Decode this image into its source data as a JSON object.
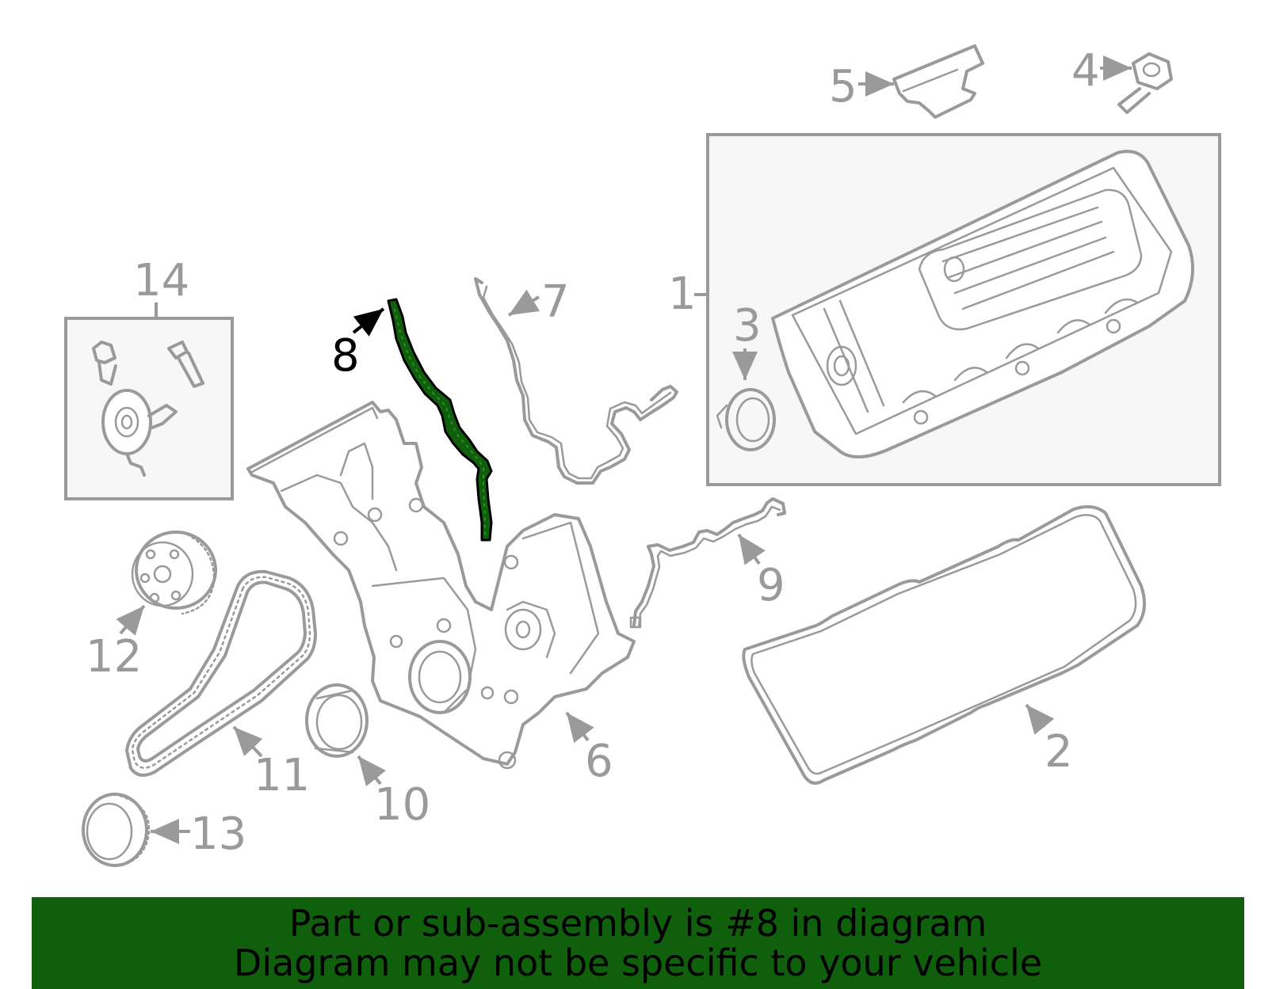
{
  "banner": {
    "line1": "Part or sub-assembly is #8 in diagram",
    "line2": "Diagram may not be specific to your vehicle",
    "background_color": "#0f5f0c"
  },
  "colors": {
    "part_stroke": "#9a9a9a",
    "highlight_part": "#0f5f0c",
    "highlight_label": "#000000",
    "box_fill": "#f7f7f7"
  },
  "highlighted_part": "8",
  "callouts": {
    "c1": "1",
    "c2": "2",
    "c3": "3",
    "c4": "4",
    "c5": "5",
    "c6": "6",
    "c7": "7",
    "c8": "8",
    "c9": "9",
    "c10": "10",
    "c11": "11",
    "c12": "12",
    "c13": "13",
    "c14": "14"
  }
}
